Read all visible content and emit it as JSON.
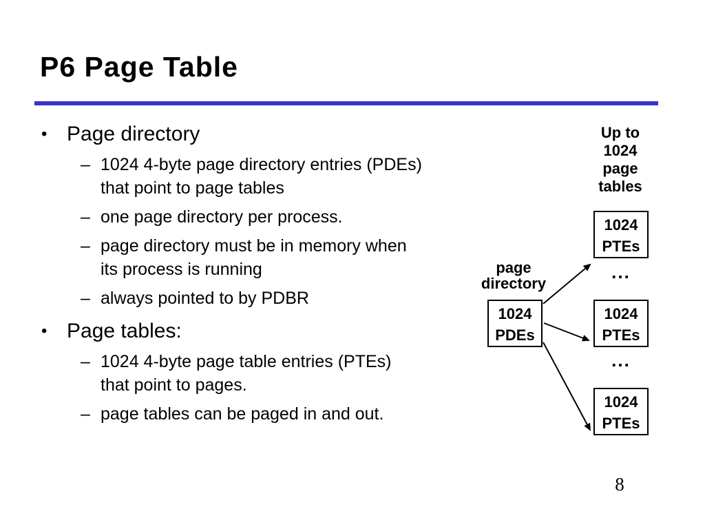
{
  "slide": {
    "title": "P6 Page Table",
    "accent_color": "#3734cb",
    "page_number": "8"
  },
  "markers": {
    "bullet": "•",
    "dash": "–"
  },
  "bullets": [
    {
      "label": "Page directory",
      "subitems": [
        "1024 4-byte page directory entries (PDEs) that point to page tables",
        "one page directory per process.",
        "page directory must be in memory when its process is running",
        "always pointed to by PDBR"
      ]
    },
    {
      "label": "Page tables:",
      "subitems": [
        "1024 4-byte page table entries (PTEs) that point to pages.",
        "page tables can be paged in and out."
      ]
    }
  ],
  "diagram": {
    "caption": "Up to 1024 page tables",
    "page_directory_label": "page directory",
    "ellipsis": "...",
    "pde_box": {
      "line1": "1024",
      "line2": "PDEs"
    },
    "pte_boxes": [
      {
        "line1": "1024",
        "line2": "PTEs"
      },
      {
        "line1": "1024",
        "line2": "PTEs"
      },
      {
        "line1": "1024",
        "line2": "PTEs"
      }
    ]
  }
}
